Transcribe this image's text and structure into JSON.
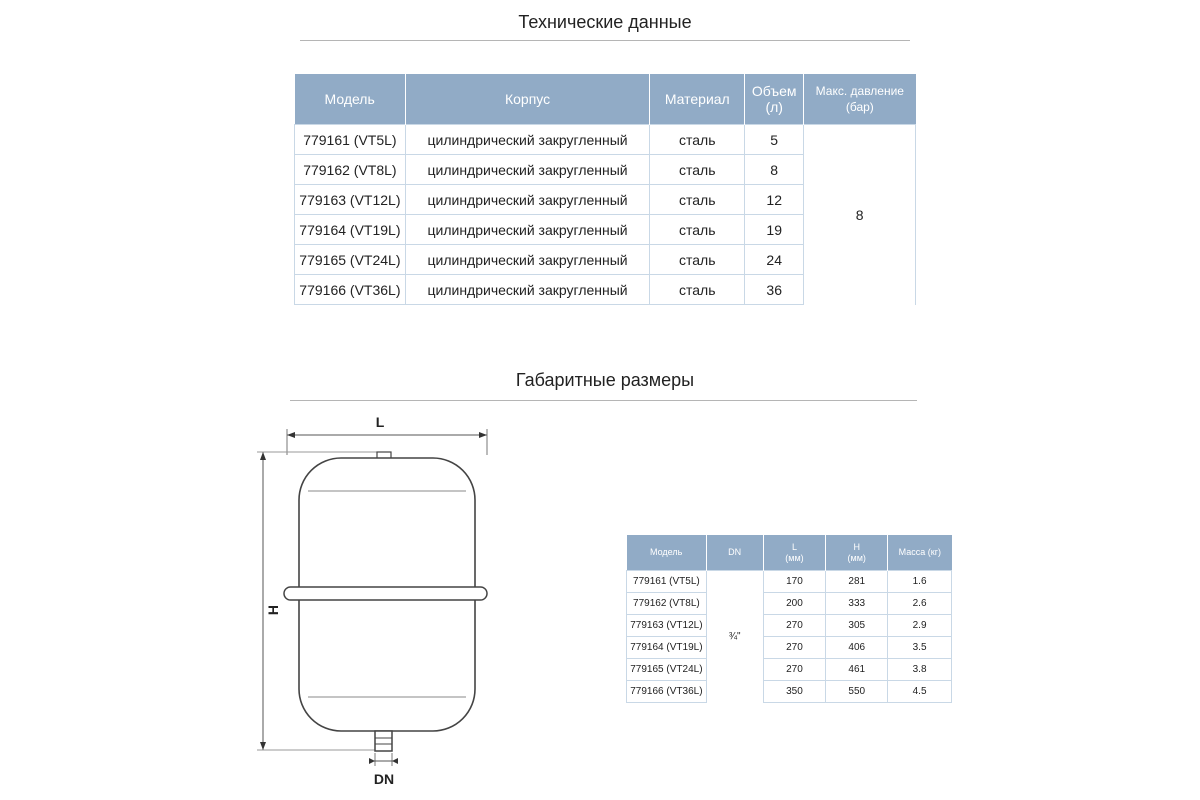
{
  "tech_section": {
    "title": "Технические данные",
    "headers": {
      "model": "Модель",
      "body": "Корпус",
      "material": "Материал",
      "volume_line1": "Объем",
      "volume_line2": "(л)",
      "pressure_line1": "Макс. давление",
      "pressure_line2": "(бар)"
    },
    "rows": [
      {
        "model": "779161 (VT5L)",
        "body": "цилиндрический закругленный",
        "material": "сталь",
        "volume": "5"
      },
      {
        "model": "779162 (VT8L)",
        "body": "цилиндрический закругленный",
        "material": "сталь",
        "volume": "8"
      },
      {
        "model": "779163 (VT12L)",
        "body": "цилиндрический закругленный",
        "material": "сталь",
        "volume": "12"
      },
      {
        "model": "779164 (VT19L)",
        "body": "цилиндрический закругленный",
        "material": "сталь",
        "volume": "19"
      },
      {
        "model": "779165 (VT24L)",
        "body": "цилиндрический закругленный",
        "material": "сталь",
        "volume": "24"
      },
      {
        "model": "779166 (VT36L)",
        "body": "цилиндрический закругленный",
        "material": "сталь",
        "volume": "36"
      }
    ],
    "max_pressure": "8"
  },
  "dims_section": {
    "title": "Габаритные размеры",
    "diagram_labels": {
      "length": "L",
      "height": "H",
      "connection": "DN"
    },
    "headers": {
      "model": "Модель",
      "dn": "DN",
      "l_line1": "L",
      "l_line2": "(мм)",
      "h_line1": "H",
      "h_line2": "(мм)",
      "mass": "Масса (кг)"
    },
    "dn_value": "¾\"",
    "rows": [
      {
        "model": "779161 (VT5L)",
        "l": "170",
        "h": "281",
        "mass": "1.6"
      },
      {
        "model": "779162 (VT8L)",
        "l": "200",
        "h": "333",
        "mass": "2.6"
      },
      {
        "model": "779163 (VT12L)",
        "l": "270",
        "h": "305",
        "mass": "2.9"
      },
      {
        "model": "779164 (VT19L)",
        "l": "270",
        "h": "406",
        "mass": "3.5"
      },
      {
        "model": "779165 (VT24L)",
        "l": "270",
        "h": "461",
        "mass": "3.8"
      },
      {
        "model": "779166 (VT36L)",
        "l": "350",
        "h": "550",
        "mass": "4.5"
      }
    ]
  },
  "colors": {
    "header_bg": "#91abc6",
    "grid_line": "#c9d8e6",
    "rule": "#b5b5b5"
  }
}
